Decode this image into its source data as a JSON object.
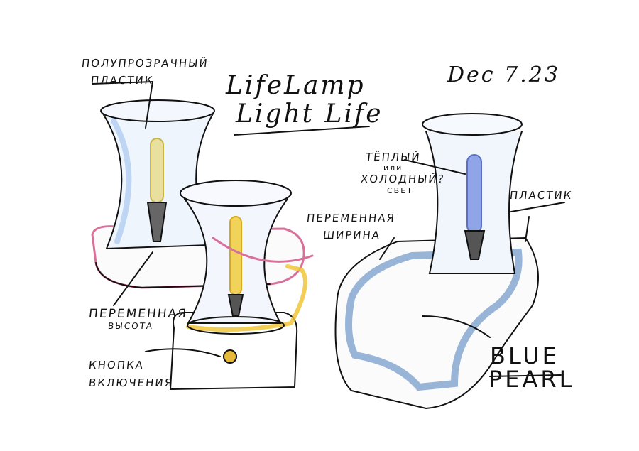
{
  "title": {
    "line1": "LifeLamp",
    "line2": "Light Life"
  },
  "date": "Dec 7.23",
  "annotations": {
    "translucent_1": "ПОЛУПРОЗРАЧНЫЙ",
    "translucent_2": "ПЛАСТИК",
    "warm": "ТЁПЛЫЙ",
    "or": "или",
    "cold": "ХОЛОДНЫЙ?",
    "light": "СВЕТ",
    "plastic": "ПЛАСТИК",
    "var_width_1": "ПЕРЕМЕННАЯ",
    "var_width_2": "ШИРИНА",
    "var_height_1": "ПЕРЕМЕННАЯ",
    "var_height_2": "ВЫСОТА",
    "button_1": "КНОПКА",
    "button_2": "ВКЛЮЧЕНИЯ",
    "name_1": "BLUE",
    "name_2": "PEARL"
  },
  "colors": {
    "blue": "#7f9be0",
    "yellow": "#f0c53a",
    "pink": "#d9709a",
    "glass": "#bcd6f2"
  }
}
